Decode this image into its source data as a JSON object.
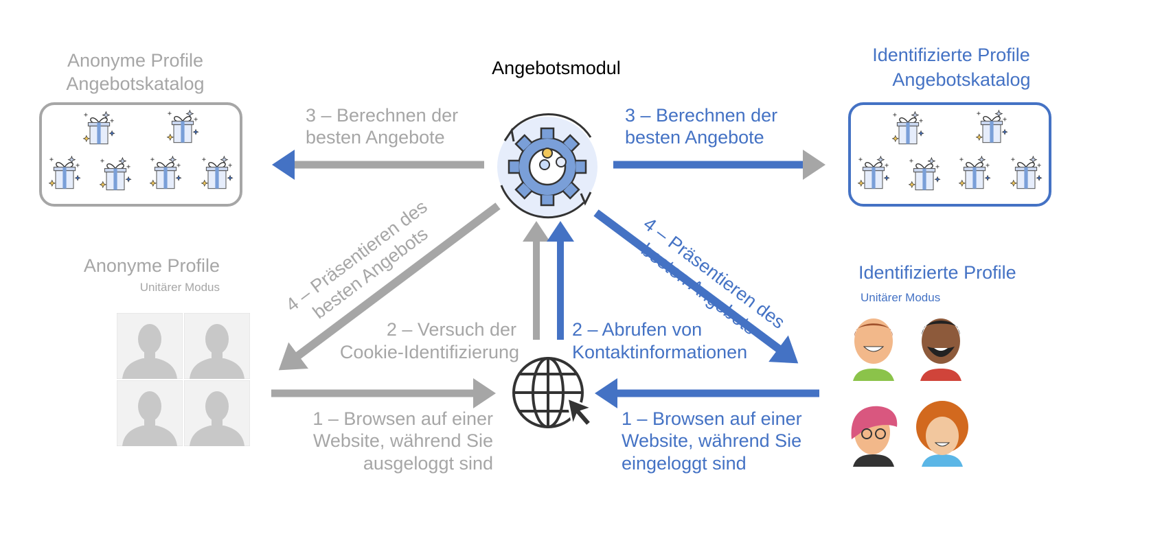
{
  "colors": {
    "gray": "#a6a6a6",
    "blue": "#4472c4",
    "black": "#000000"
  },
  "center": {
    "title": "Angebotsmodul"
  },
  "anonymous_catalog": {
    "title_line1": "Anonyme Profile",
    "title_line2": "Angebotskatalog"
  },
  "identified_catalog": {
    "title_line1": "Identifizierte Profile",
    "title_line2": "Angebotskatalog"
  },
  "anonymous_profiles": {
    "title": "Anonyme Profile",
    "subtitle": "Unitärer Modus"
  },
  "identified_profiles": {
    "title": "Identifizierte Profile",
    "subtitle": "Unitärer Modus"
  },
  "steps_anonymous": {
    "step3_line1": "3 – Berechnen der",
    "step3_line2": "besten Angebote",
    "step4_line1": "4 – Präsentieren des",
    "step4_line2": "besten Angebots",
    "step2_line1": "2 – Versuch der",
    "step2_line2": "Cookie-Identifizierung",
    "step1_line1": "1 – Browsen auf einer",
    "step1_line2": "Website, während Sie",
    "step1_line3": "ausgeloggt sind"
  },
  "steps_identified": {
    "step3_line1": "3 – Berechnen der",
    "step3_line2": "besten Angebote",
    "step4_line1": "4 – Präsentieren des",
    "step4_line2": "besten Angebots",
    "step2_line1": "2 – Abrufen von",
    "step2_line2": "Kontaktinformationen",
    "step1_line1": "1 – Browsen auf einer",
    "step1_line2": "Website, während Sie",
    "step1_line3": "eingeloggt sind"
  },
  "icons": [
    "gear-icon",
    "globe-icon",
    "cursor-icon",
    "gift-icon",
    "person-silhouette-icon",
    "avatar-icon"
  ]
}
